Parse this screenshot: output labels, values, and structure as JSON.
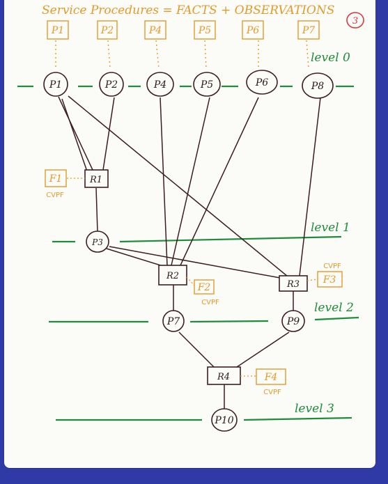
{
  "title": "Service Procedures = FACTS + OBSERVATIONS",
  "page_number": "3",
  "top_facts": [
    "P1",
    "P2",
    "P4",
    "P5",
    "P6",
    "P7"
  ],
  "level_labels": {
    "level0": "level 0",
    "level1": "level 1",
    "level2": "level 2",
    "level3": "level 3"
  },
  "nodes": {
    "p1": "P1",
    "p2": "P2",
    "p4": "P4",
    "p5": "P5",
    "p6": "P6",
    "p8": "P8",
    "p3": "P3",
    "p7": "P7",
    "p9": "P9",
    "p10": "P10"
  },
  "rules": {
    "r1": "R1",
    "r2": "R2",
    "r3": "R3",
    "r4": "R4"
  },
  "fact_boxes": {
    "f1": "F1",
    "f2": "F2",
    "f3": "F3",
    "f4": "F4"
  },
  "cvpf_label": "CVPF",
  "colors": {
    "background": "#2f3aa6",
    "paper": "#fbfbf7",
    "ink": "#2a1b1b",
    "orange": "#e39a2c",
    "green": "#1f8c3b",
    "red": "#d83a3a"
  }
}
